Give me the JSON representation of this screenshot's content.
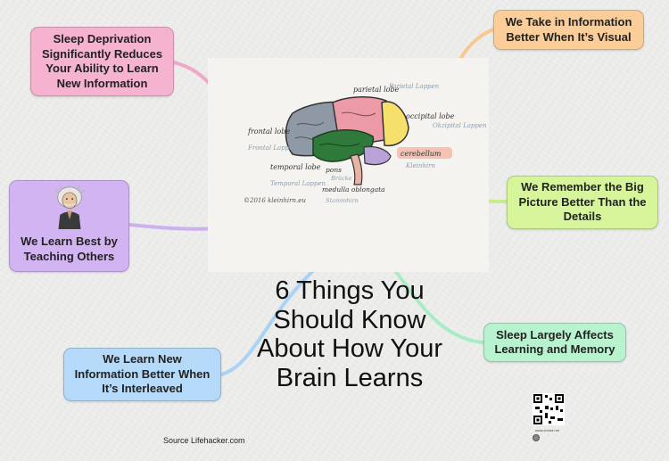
{
  "central_title": "6 Things You\nShould Know\nAbout How Your\nBrain Learns",
  "branches": {
    "sleep_deprivation": "Sleep Deprivation\nSignificantly Reduces\nYour Ability to Learn\nNew Information",
    "visual": "We Take in Information\nBetter When It’s Visual",
    "teaching": "We Learn Best by\nTeaching Others",
    "big_picture": "We Remember the Big\nPicture Better Than the\nDetails",
    "sleep_memory": "Sleep Largely Affects\nLearning and Memory",
    "interleaved": "We Learn New\nInformation Better When\nIt’s Interleaved"
  },
  "source": "Source Lifehacker.com",
  "brain_image": {
    "parietal_lobe": "parietal lobe",
    "parietal_sub": "Parietal Lappen",
    "occipital_lobe": "occipital lobe",
    "occipital_sub": "Okzipital Lappen",
    "frontal_lobe": "frontal lobe",
    "frontal_sub": "Frontal Lappen",
    "temporal_lobe": "temporal lobe",
    "temporal_sub": "Temporal Lappen",
    "pons": "pons",
    "pons_sub": "Brücke",
    "medulla": "medulla oblongata",
    "medulla_sub": "Stammhirn",
    "cerebellum": "cerebellum",
    "cerebellum_sub": "Kleinhirn",
    "credit": "©2016 kleinhirn.eu"
  },
  "qr_caption": "www.xmind.net",
  "colors": {
    "sleep_deprivation": "#f5b3d0",
    "visual": "#fbcd98",
    "teaching": "#d2b4f3",
    "big_picture": "#d6f59a",
    "sleep_memory": "#b8f2cf",
    "interleaved": "#b5daf9"
  },
  "icons": {
    "teaching": "einstein-avatar-icon",
    "qr": "qr-code-icon"
  }
}
